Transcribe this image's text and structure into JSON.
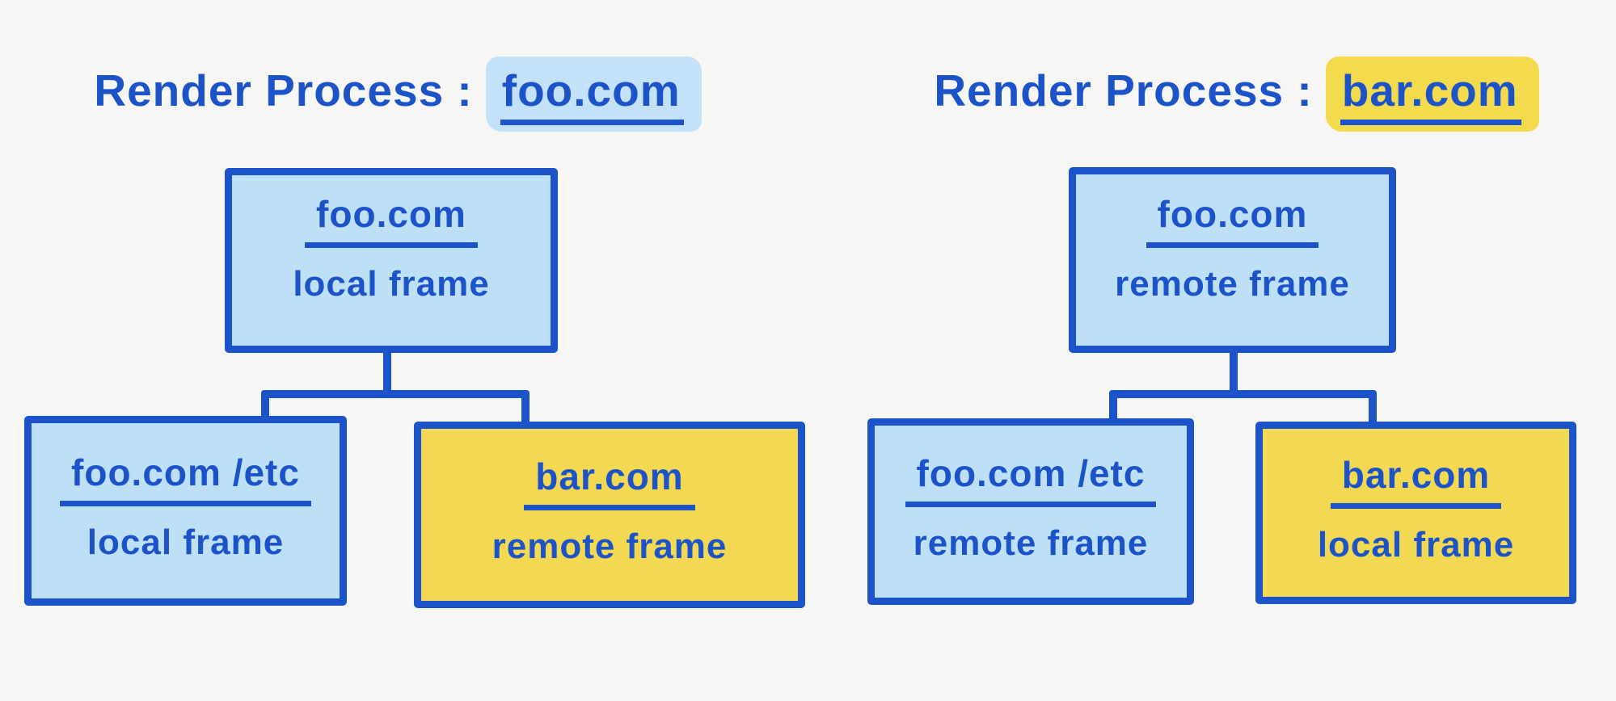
{
  "colors": {
    "background": "#F6F6F4",
    "ink_blue": "#1D53C8",
    "light_blue_fill": "#BEE0F6",
    "yellow_fill": "#F2D951",
    "title_highlight_blue": "#C3E1F8",
    "title_highlight_yellow": "#F4DB4E"
  },
  "diagrams": [
    {
      "title": {
        "prefix": "Render Process :",
        "domain": "foo.com",
        "highlight_color": "#C3E1F8"
      },
      "root": {
        "origin": "foo.com",
        "frame_type": "local frame",
        "fill": "#BEE0F6"
      },
      "children": [
        {
          "origin": "foo.com /etc",
          "frame_type": "local frame",
          "fill": "#BEE0F6"
        },
        {
          "origin": "bar.com",
          "frame_type": "remote frame",
          "fill": "#F2D951"
        }
      ]
    },
    {
      "title": {
        "prefix": "Render Process :",
        "domain": "bar.com",
        "highlight_color": "#F4DB4E"
      },
      "root": {
        "origin": "foo.com",
        "frame_type": "remote frame",
        "fill": "#BEE0F6"
      },
      "children": [
        {
          "origin": "foo.com /etc",
          "frame_type": "remote frame",
          "fill": "#BEE0F6"
        },
        {
          "origin": "bar.com",
          "frame_type": "local frame",
          "fill": "#F2D951"
        }
      ]
    }
  ]
}
